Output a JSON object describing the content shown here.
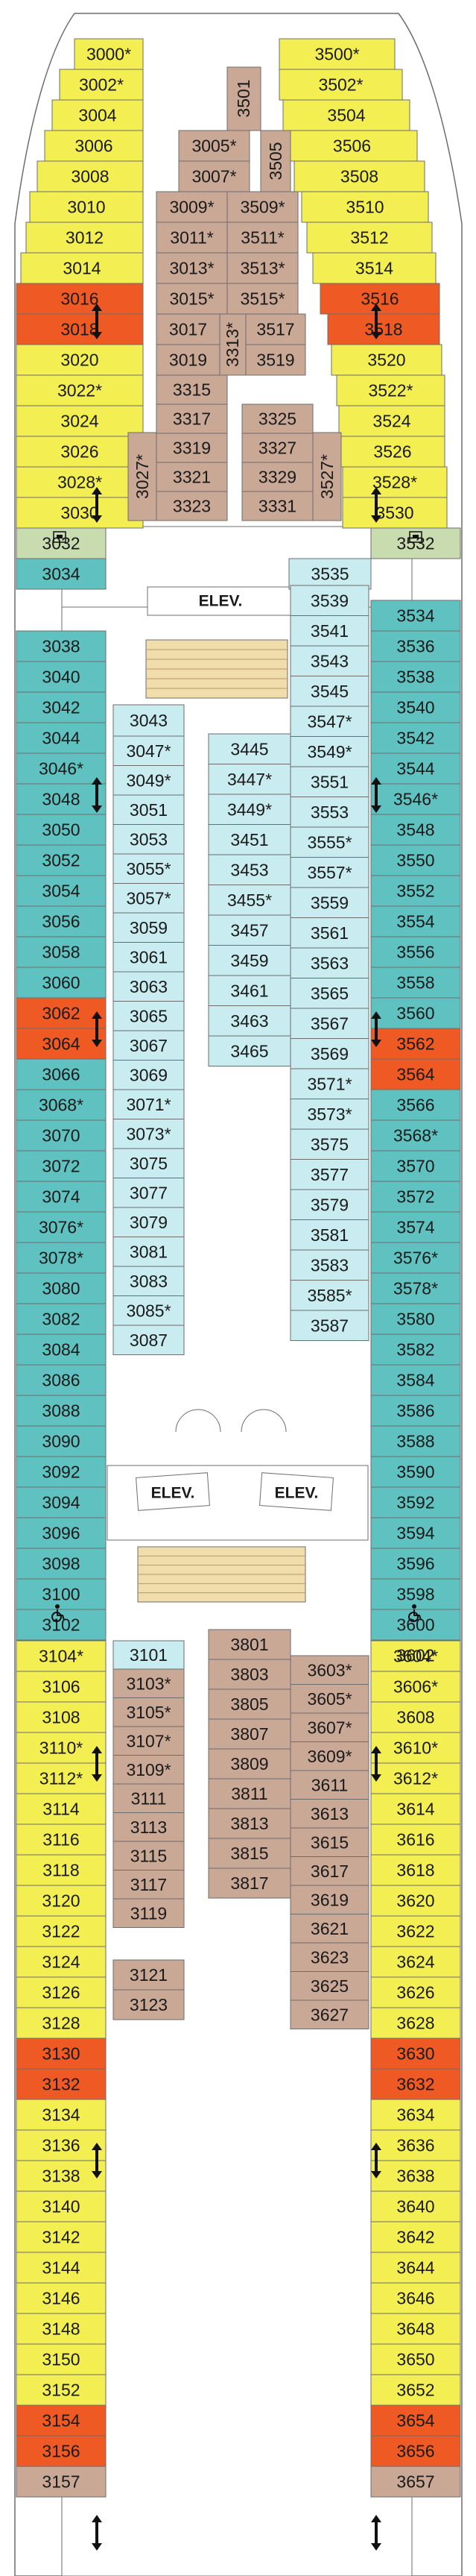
{
  "colors": {
    "yellow": "#f3ef52",
    "teal": "#5fc2c0",
    "light_teal": "#c8ecef",
    "tan": "#caa896",
    "orange": "#ef5a24",
    "green": "#c8dcb0",
    "outline": "#6d6d6d",
    "wood": "#f1dcab"
  },
  "elevator_label": "ELEV.",
  "icons": {
    "connecting_arrow": "double-headed-arrow-icon",
    "accessible": "wheelchair-icon",
    "phone": "phone-icon"
  },
  "left_side": {
    "forward": [
      "3000*",
      "3002*",
      "3004",
      "3006",
      "3008",
      "3010",
      "3012",
      "3014",
      "3016",
      "3018",
      "3020",
      "3022*",
      "3024",
      "3026",
      "3028*",
      "3030",
      "3032",
      "3034"
    ],
    "mid": [
      "3038",
      "3040",
      "3042",
      "3044",
      "3046*",
      "3048",
      "3050",
      "3052",
      "3054",
      "3056",
      "3058",
      "3060",
      "3062",
      "3064",
      "3066",
      "3068*",
      "3070",
      "3072",
      "3074",
      "3076*",
      "3078*",
      "3080",
      "3082",
      "3084",
      "3086",
      "3088",
      "3090",
      "3092",
      "3094",
      "3096",
      "3098",
      "3100",
      "3102"
    ],
    "aft": [
      "3104*",
      "3106",
      "3108",
      "3110*",
      "3112*",
      "3114",
      "3116",
      "3118",
      "3120",
      "3122",
      "3124",
      "3126",
      "3128",
      "3130",
      "3132",
      "3134",
      "3136",
      "3138",
      "3140",
      "3142",
      "3144",
      "3146",
      "3148",
      "3150",
      "3152",
      "3154",
      "3156",
      "3157"
    ]
  },
  "right_side": {
    "forward": [
      "3500*",
      "3502*",
      "3504",
      "3506",
      "3508",
      "3510",
      "3512",
      "3514",
      "3516",
      "3518",
      "3520",
      "3522*",
      "3524",
      "3526",
      "3528*",
      "3530",
      "3532",
      "3535"
    ],
    "mid": [
      "3534",
      "3536",
      "3538",
      "3540",
      "3542",
      "3544",
      "3546*",
      "3548",
      "3550",
      "3552",
      "3554",
      "3556",
      "3558",
      "3560",
      "3562",
      "3564",
      "3566",
      "3568*",
      "3570",
      "3572",
      "3574",
      "3576*",
      "3578*",
      "3580",
      "3582",
      "3584",
      "3586",
      "3588",
      "3590",
      "3592",
      "3594",
      "3596",
      "3598",
      "3600",
      "3602"
    ],
    "aft": [
      "3604*",
      "3606*",
      "3608",
      "3610*",
      "3612*",
      "3614",
      "3616",
      "3618",
      "3620",
      "3622",
      "3624",
      "3626",
      "3628",
      "3630",
      "3632",
      "3634",
      "3636",
      "3638",
      "3640",
      "3642",
      "3644",
      "3646",
      "3648",
      "3650",
      "3652",
      "3654",
      "3656",
      "3657"
    ]
  },
  "forward_center": {
    "inner": [
      "3005*",
      "3007*",
      "3009*",
      "3509*",
      "3011*",
      "3511*",
      "3013*",
      "3513*",
      "3015*",
      "3515*",
      "3017",
      "3517",
      "3019",
      "3519",
      "3501",
      "3505",
      "3313*"
    ],
    "column_3300": [
      "3315",
      "3317",
      "3319",
      "3321",
      "3323",
      "3027*"
    ],
    "column_3320": [
      "3325",
      "3327",
      "3329",
      "3331",
      "3527*"
    ]
  },
  "mid_center": {
    "left_col": [
      "3043",
      "3047*",
      "3049*",
      "3051",
      "3053",
      "3055*",
      "3057*",
      "3059",
      "3061",
      "3063",
      "3065",
      "3067",
      "3069",
      "3071*",
      "3073*",
      "3075",
      "3077",
      "3079",
      "3081",
      "3083",
      "3085*",
      "3087"
    ],
    "center_col": [
      "3445",
      "3447*",
      "3449*",
      "3451",
      "3453",
      "3455*",
      "3457",
      "3459",
      "3461",
      "3463",
      "3465"
    ],
    "right_col": [
      "3539",
      "3541",
      "3543",
      "3545",
      "3547*",
      "3549*",
      "3551",
      "3553",
      "3555*",
      "3557*",
      "3559",
      "3561",
      "3563",
      "3565",
      "3567",
      "3569",
      "3571*",
      "3573*",
      "3575",
      "3577",
      "3579",
      "3581",
      "3583",
      "3585*",
      "3587"
    ]
  },
  "aft_center": {
    "left_col": [
      "3101",
      "3103*",
      "3105*",
      "3107*",
      "3109*",
      "3111",
      "3113",
      "3115",
      "3117",
      "3119",
      "3121",
      "3123"
    ],
    "center_col": [
      "3801",
      "3803",
      "3805",
      "3807",
      "3809",
      "3811",
      "3813",
      "3815",
      "3817"
    ],
    "right_col": [
      "3603*",
      "3605*",
      "3607*",
      "3609*",
      "3611",
      "3613",
      "3615",
      "3617",
      "3619",
      "3621",
      "3623",
      "3625",
      "3627"
    ]
  }
}
